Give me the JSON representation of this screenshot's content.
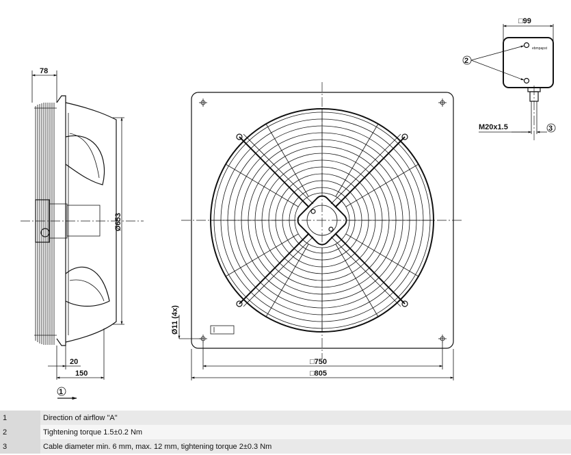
{
  "dimensions": {
    "cable_box_width": "□99",
    "thread": "M20x1.5",
    "side_depth": "78",
    "diameter": "Ø653",
    "mount_hole": "Ø11 (4x)",
    "flange": "20",
    "total_depth": "150",
    "hole_spacing": "□750",
    "plate_size": "□805"
  },
  "callouts": {
    "airflow": "1",
    "torque_box": "2",
    "cable": "3"
  },
  "box_label": "ebmpapst",
  "legend": [
    {
      "num": "1",
      "text": "Direction of airflow \"A\""
    },
    {
      "num": "2",
      "text": "Tightening torque 1.5±0.2 Nm"
    },
    {
      "num": "3",
      "text": "Cable diameter min. 6 mm, max. 12 mm, tightening torque 2±0.3 Nm"
    }
  ]
}
